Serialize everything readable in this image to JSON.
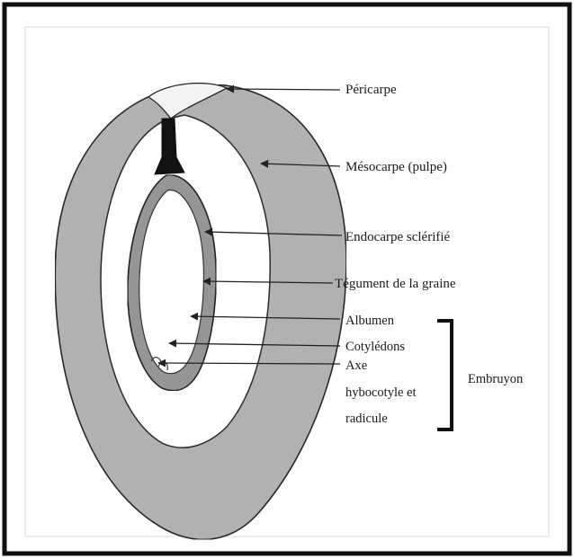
{
  "diagram": {
    "labels": {
      "pericarpe": "Péricarpe",
      "mesocarpe": "Mésocarpe (pulpe)",
      "endocarpe": "Endocarpe sclérifié",
      "tegument": "Tégument de la graine",
      "albumen": "Albumen",
      "cotyledons": "Cotylédons",
      "axe_line1": "Axe",
      "axe_line2": "hybocotyle et",
      "axe_line3": "radicule",
      "embryon": "Embruyon"
    },
    "colors": {
      "pulp": "#b9b9b9",
      "outline": "#222222",
      "border": "#111111",
      "background": "#ffffff"
    }
  }
}
